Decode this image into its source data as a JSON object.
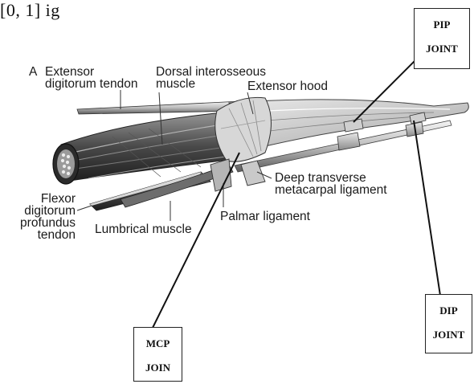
{
  "header_fragment": "[0, 1] ig",
  "figure_letter": "A",
  "labels": {
    "extensor_tendon": [
      "Extensor",
      "digitorum tendon"
    ],
    "dorsal_interosseous": [
      "Dorsal interosseous",
      "muscle"
    ],
    "extensor_hood": "Extensor hood",
    "deep_transverse": [
      "Deep transverse",
      "metacarpal ligament"
    ],
    "palmar_ligament": "Palmar ligament",
    "flexor_tendon": [
      "Flexor",
      "digitorum",
      "profundus",
      "tendon"
    ],
    "lumbrical": "Lumbrical muscle"
  },
  "joints": {
    "pip": [
      "PIP",
      "JOINT"
    ],
    "dip": [
      "DIP",
      "JOINT"
    ],
    "mcp": [
      "MCP",
      "JOIN"
    ]
  }
}
